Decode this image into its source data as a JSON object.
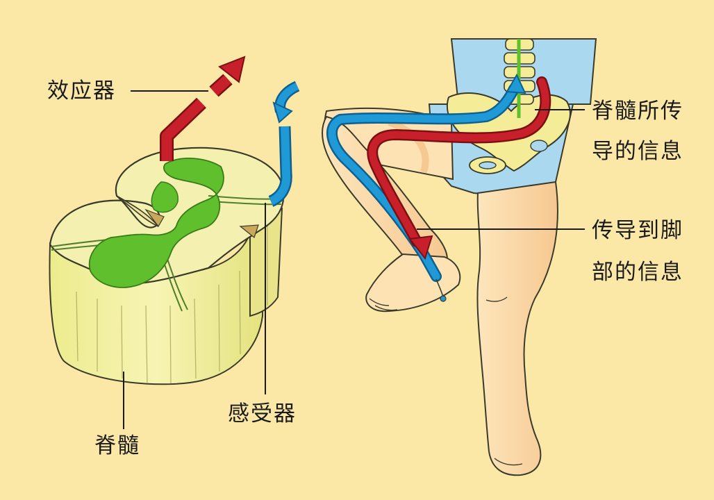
{
  "labels": {
    "effector": "效应器",
    "receptor": "感受器",
    "spinal_cord": "脊髓",
    "from_cord_line1": "脊髓所传",
    "from_cord_line2": "导的信息",
    "to_foot_line1": "传导到脚",
    "to_foot_line2": "部的信息"
  },
  "colors": {
    "background": "#fbe8a6",
    "motor_signal": "#c8202a",
    "sensory_signal": "#1f9ad6",
    "gray_matter": "#5fbf2c",
    "cord_tissue": "#f4f0b0",
    "skin": "#fde3b4",
    "shorts": "#a9d8ef",
    "bone": "#f4ec96"
  }
}
